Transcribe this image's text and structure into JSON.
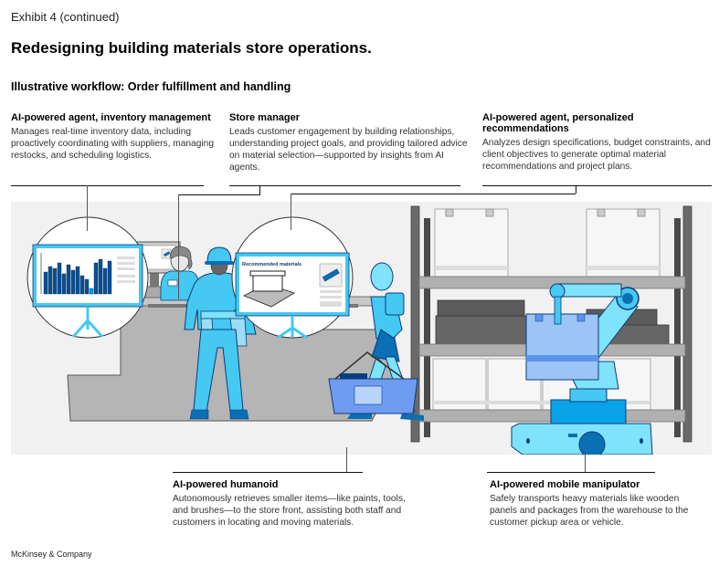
{
  "exhibit_label": "Exhibit 4 (continued)",
  "title": "Redesigning building materials store operations.",
  "subtitle": "Illustrative workflow: Order fulfillment and handling",
  "callouts": {
    "inventory_agent": {
      "heading": "AI-powered agent, inventory management",
      "body": "Manages real-time inventory data, including proactively coordinating with suppliers, managing restocks, and scheduling logistics."
    },
    "store_manager": {
      "heading": "Store manager",
      "body": "Leads customer engagement by building relationships, understanding project goals, and providing tailored advice on material selection—supported by insights from AI agents."
    },
    "recommendations_agent": {
      "heading": "AI-powered agent, personalized recommendations",
      "body": "Analyzes design specifications, budget constraints, and client objectives to generate optimal material recommendations and project plans."
    },
    "humanoid": {
      "heading": "AI-powered humanoid",
      "body": "Autonomously retrieves smaller items—like paints, tools, and brushes—to the store front, assisting both staff and customers in locating and moving materials."
    },
    "mobile_manipulator": {
      "heading": "AI-powered mobile manipulator",
      "body": "Safely transports heavy materials like wooden panels and packages from the warehouse to the customer pickup area or vehicle."
    }
  },
  "illustration": {
    "screen_recommendations_label": "Recommended materials",
    "colors": {
      "accent_light": "#7fe3fb",
      "accent": "#45c8f2",
      "accent_dark": "#0a6fb5",
      "navy": "#0b3d7a",
      "box": "#9cc4f5",
      "background": "#f1f1f1",
      "counter": "#b5b5b5",
      "shelf": "#6a6a6a"
    }
  },
  "footer": "McKinsey & Company"
}
